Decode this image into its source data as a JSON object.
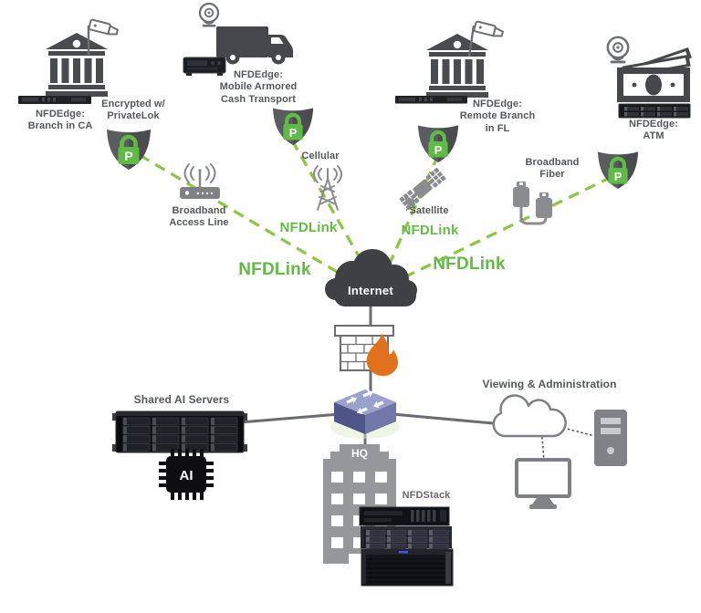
{
  "labels": {
    "branch_ca": "NFDEdge:\nBranch in CA",
    "encrypted": "Encrypted w/\nPrivateLok",
    "mobile": "NFDEdge:\nMobile Armored\nCash Transport",
    "cellular": "Cellular",
    "broadband_access": "Broadband\nAccess Line",
    "remote_fl": "NFDEdge:\nRemote Branch\nin FL",
    "satellite": "Satellite",
    "broadband_fiber": "Broadband\nFiber",
    "atm": "NFDEdge:\nATM",
    "nfdlink": "NFDLink",
    "internet": "Internet",
    "hq": "HQ",
    "nfdstack": "NFDStack",
    "shared_ai": "Shared AI Servers",
    "viewing_admin": "Viewing & Administration",
    "ai_chip": "AI",
    "lock_letter": "P"
  },
  "colors": {
    "accent_green": "#62BB46",
    "link_dash_green": "#8CC63F",
    "flame_orange": "#E2711D",
    "dark_icon_gray": "#4A4B4F",
    "mid_gray": "#85878B",
    "internet_cloud": "#3F4043",
    "switch_blue": "#7177A8",
    "label_gray": "#55575B",
    "building_gray": "#95979B"
  }
}
